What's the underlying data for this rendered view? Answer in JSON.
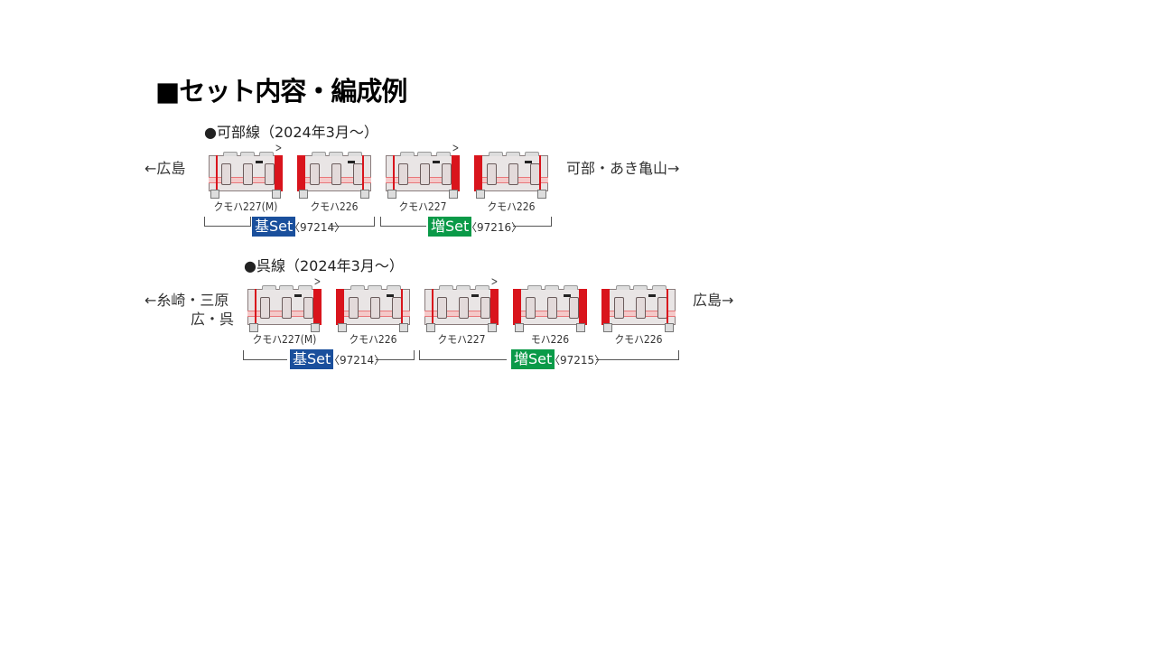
{
  "title": "■セット内容・編成例",
  "colors": {
    "kiset": "#1a4f9c",
    "zoset": "#0a9a48",
    "car_red": "#d9141c"
  },
  "formations": [
    {
      "line": "●可部線（2024年3月〜）",
      "left": "←広島",
      "left2": "",
      "right": "可部・あき亀山→",
      "cars": [
        {
          "name": "クモハ227(M)",
          "left": "cab",
          "right": "red",
          "panto": true
        },
        {
          "name": "クモハ226",
          "left": "red",
          "right": "cab",
          "panto": false
        },
        {
          "name": "クモハ227",
          "left": "cab",
          "right": "red",
          "panto": true
        },
        {
          "name": "クモハ226",
          "left": "red",
          "right": "cab",
          "panto": false
        }
      ],
      "sets": [
        {
          "badge": "基Set",
          "code": "〈97214〉"
        },
        {
          "badge": "増Set",
          "code": "〈97216〉"
        }
      ]
    },
    {
      "line": "●呉線（2024年3月〜）",
      "left": "←糸崎・三原",
      "left2": "広・呉",
      "right": "広島→",
      "cars": [
        {
          "name": "クモハ227(M)",
          "left": "cab",
          "right": "red",
          "panto": true
        },
        {
          "name": "クモハ226",
          "left": "red",
          "right": "cab",
          "panto": false
        },
        {
          "name": "クモハ227",
          "left": "cab",
          "right": "red",
          "panto": true
        },
        {
          "name": "モハ226",
          "left": "red",
          "right": "red",
          "panto": false
        },
        {
          "name": "クモハ226",
          "left": "red",
          "right": "cab",
          "panto": false
        }
      ],
      "sets": [
        {
          "badge": "基Set",
          "code": "〈97214〉"
        },
        {
          "badge": "増Set",
          "code": "〈97215〉"
        }
      ]
    }
  ]
}
